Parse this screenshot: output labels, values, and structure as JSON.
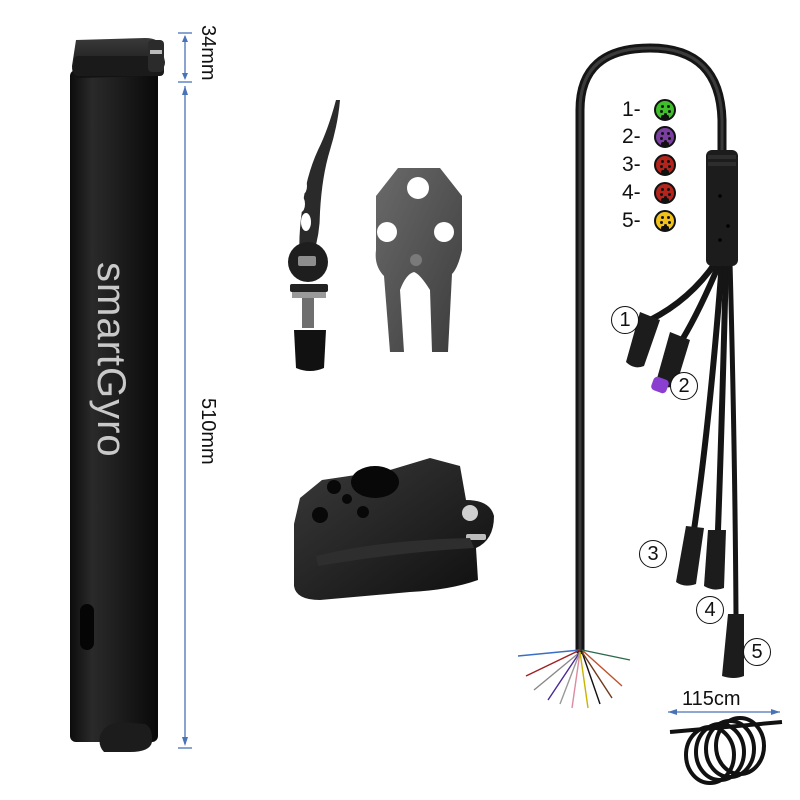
{
  "product": {
    "brand_text": "smartGyro",
    "components": [
      "handlebar-tube",
      "quick-release-lever",
      "clamp-bracket-plate",
      "folding-clamp",
      "wiring-harness-cable"
    ]
  },
  "dimensions": {
    "cap_height": "34mm",
    "tube_length": "510mm",
    "cable_length": "115cm",
    "arrow_color": "#4a72b8"
  },
  "connector_legend": [
    {
      "number": "1-",
      "color_name": "green",
      "color": "#3fbf2a"
    },
    {
      "number": "2-",
      "color_name": "purple",
      "color": "#7a3fa0"
    },
    {
      "number": "3-",
      "color_name": "red",
      "color": "#b5231d"
    },
    {
      "number": "4-",
      "color_name": "red",
      "color": "#b5231d"
    },
    {
      "number": "5-",
      "color_name": "yellow",
      "color": "#f2c21b"
    }
  ],
  "connector_markers": [
    "1",
    "2",
    "3",
    "4",
    "5"
  ]
}
